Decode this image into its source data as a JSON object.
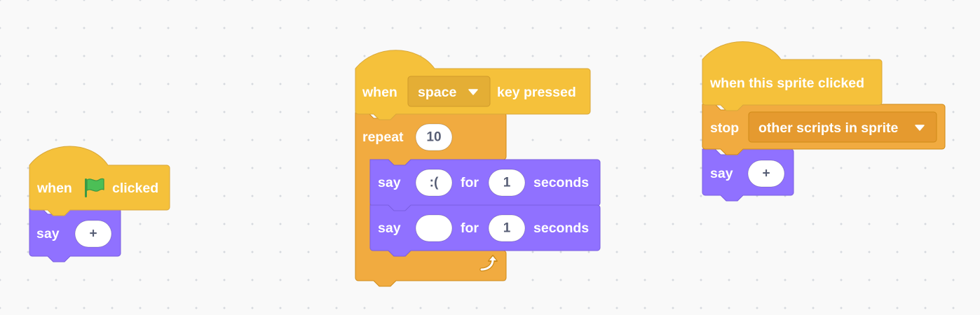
{
  "scripts": [
    {
      "id": "green-flag-script",
      "hat": {
        "prefix": "when",
        "suffix": "clicked",
        "icon": "green-flag-icon"
      },
      "say_block": {
        "label": "say",
        "input": "+"
      }
    },
    {
      "id": "key-pressed-script",
      "hat": {
        "prefix": "when",
        "dropdown": "space",
        "suffix": "key pressed"
      },
      "repeat": {
        "label": "repeat",
        "count": "10",
        "loop_icon": "loop-arrow-icon"
      },
      "say_for_1": {
        "label": "say",
        "message": ":(",
        "for_label": "for",
        "secs": "1",
        "seconds_label": "seconds"
      },
      "say_for_2": {
        "label": "say",
        "message": "",
        "for_label": "for",
        "secs": "1",
        "seconds_label": "seconds"
      }
    },
    {
      "id": "sprite-clicked-script",
      "hat": {
        "label": "when this sprite clicked"
      },
      "stop": {
        "label": "stop",
        "dropdown": "other scripts in sprite"
      },
      "say_block": {
        "label": "say",
        "input": "+"
      }
    }
  ],
  "colors": {
    "events": "#f5c13b",
    "events_border": "#d9a83a",
    "control": "#f1ab40",
    "control_border": "#cf8b17",
    "looks": "#9071ff",
    "looks_border": "#7a5ee0",
    "flag": "#4cbf56",
    "flag_dark": "#3b9a45",
    "workspace_bg": "#f9f9f9"
  }
}
